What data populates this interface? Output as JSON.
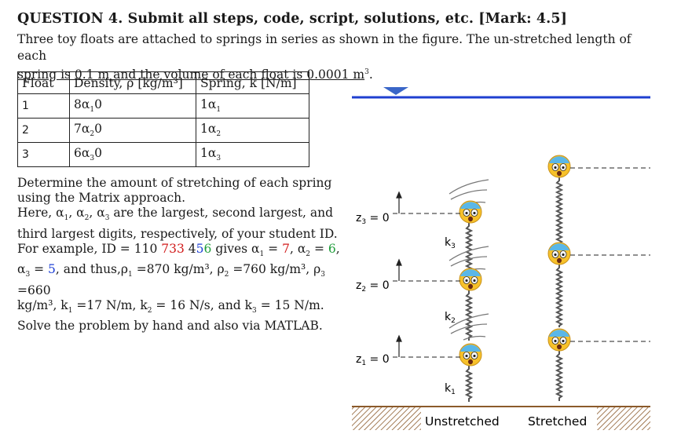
{
  "question": {
    "title": "QUESTION 4. Submit all steps, code, script, solutions, etc. [Mark: 4.5]",
    "intro_line1": "Three toy floats are attached to springs in series as shown in the figure. The un-stretched length of each",
    "intro_line2_a": "spring is 0.1 m and the volume of each float is 0.0001 m",
    "intro_line2_sup": "3",
    "intro_line2_b": "."
  },
  "table": {
    "headers": [
      "Float",
      "Density, ρ [kg/m³]",
      "Spring, k [N/m]"
    ],
    "rows": [
      {
        "float": "1",
        "density_pre": "8α",
        "density_sub": "1",
        "density_post": "0",
        "spring_pre": "1α",
        "spring_sub": "1"
      },
      {
        "float": "2",
        "density_pre": "7α",
        "density_sub": "2",
        "density_post": "0",
        "spring_pre": "1α",
        "spring_sub": "2"
      },
      {
        "float": "3",
        "density_pre": "6α",
        "density_sub": "3",
        "density_post": "0",
        "spring_pre": "1α",
        "spring_sub": "3"
      }
    ]
  },
  "body": {
    "determine": "Determine the amount of stretching of each spring using the Matrix approach.",
    "here_a": "Here, α",
    "here_b": "are the largest, second largest, and third largest digits, respectively, of your student ID.",
    "example_a": "For example, ID = 110",
    "id_red": "733",
    "id_space": " ",
    "id_black": "4",
    "id_blue": "5",
    "id_green": "6",
    "gives": "gives α",
    "a1_val": "7",
    "a2_val": "6",
    "a3_val": "5",
    "thus": "and thus,ρ",
    "rho1": "=870 kg/m³, ρ",
    "rho2": "=760 kg/m³, ρ",
    "rho3": "=660",
    "kline_a": "kg/m³, k",
    "k1": "=17 N/m, k",
    "k2": "= 16 N/s, and k",
    "k3": "= 15 N/m.",
    "solve": "Solve the problem by hand and also via MATLAB."
  },
  "figure": {
    "z3": "z",
    "z2": "z",
    "z1": "z",
    "z_eq": " = 0",
    "k_label": "k",
    "unstretched": "Unstretched",
    "stretched": "Stretched",
    "colors": {
      "water": "#1f3fd0",
      "arrow": "#3a66c8",
      "ground": "#8b5a2b",
      "face": "#f7c12a",
      "cap": "#5ab7e8"
    }
  }
}
